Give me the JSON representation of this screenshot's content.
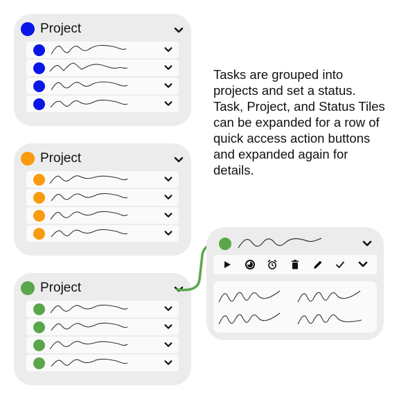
{
  "colors": {
    "blue": "#0a16e8",
    "orange": "#fa9a0e",
    "green": "#5aa64a",
    "card": "#ececec",
    "row": "#fafafa"
  },
  "projects": [
    {
      "title": "Project",
      "color": "blue",
      "tasks": 4
    },
    {
      "title": "Project",
      "color": "orange",
      "tasks": 4
    },
    {
      "title": "Project",
      "color": "green",
      "tasks": 4
    }
  ],
  "description": "Tasks are grouped into projects and set a status. Task, Project, and Status Tiles can be expanded for a row of quick access action buttons and expanded again for details.",
  "detail_tile": {
    "color": "green",
    "actions": [
      {
        "icon": "play-icon"
      },
      {
        "icon": "status-progress-icon"
      },
      {
        "icon": "alarm-clock-icon"
      },
      {
        "icon": "trash-icon"
      },
      {
        "icon": "pencil-icon"
      },
      {
        "icon": "checkmark-icon"
      },
      {
        "icon": "chevron-down-icon"
      }
    ]
  }
}
